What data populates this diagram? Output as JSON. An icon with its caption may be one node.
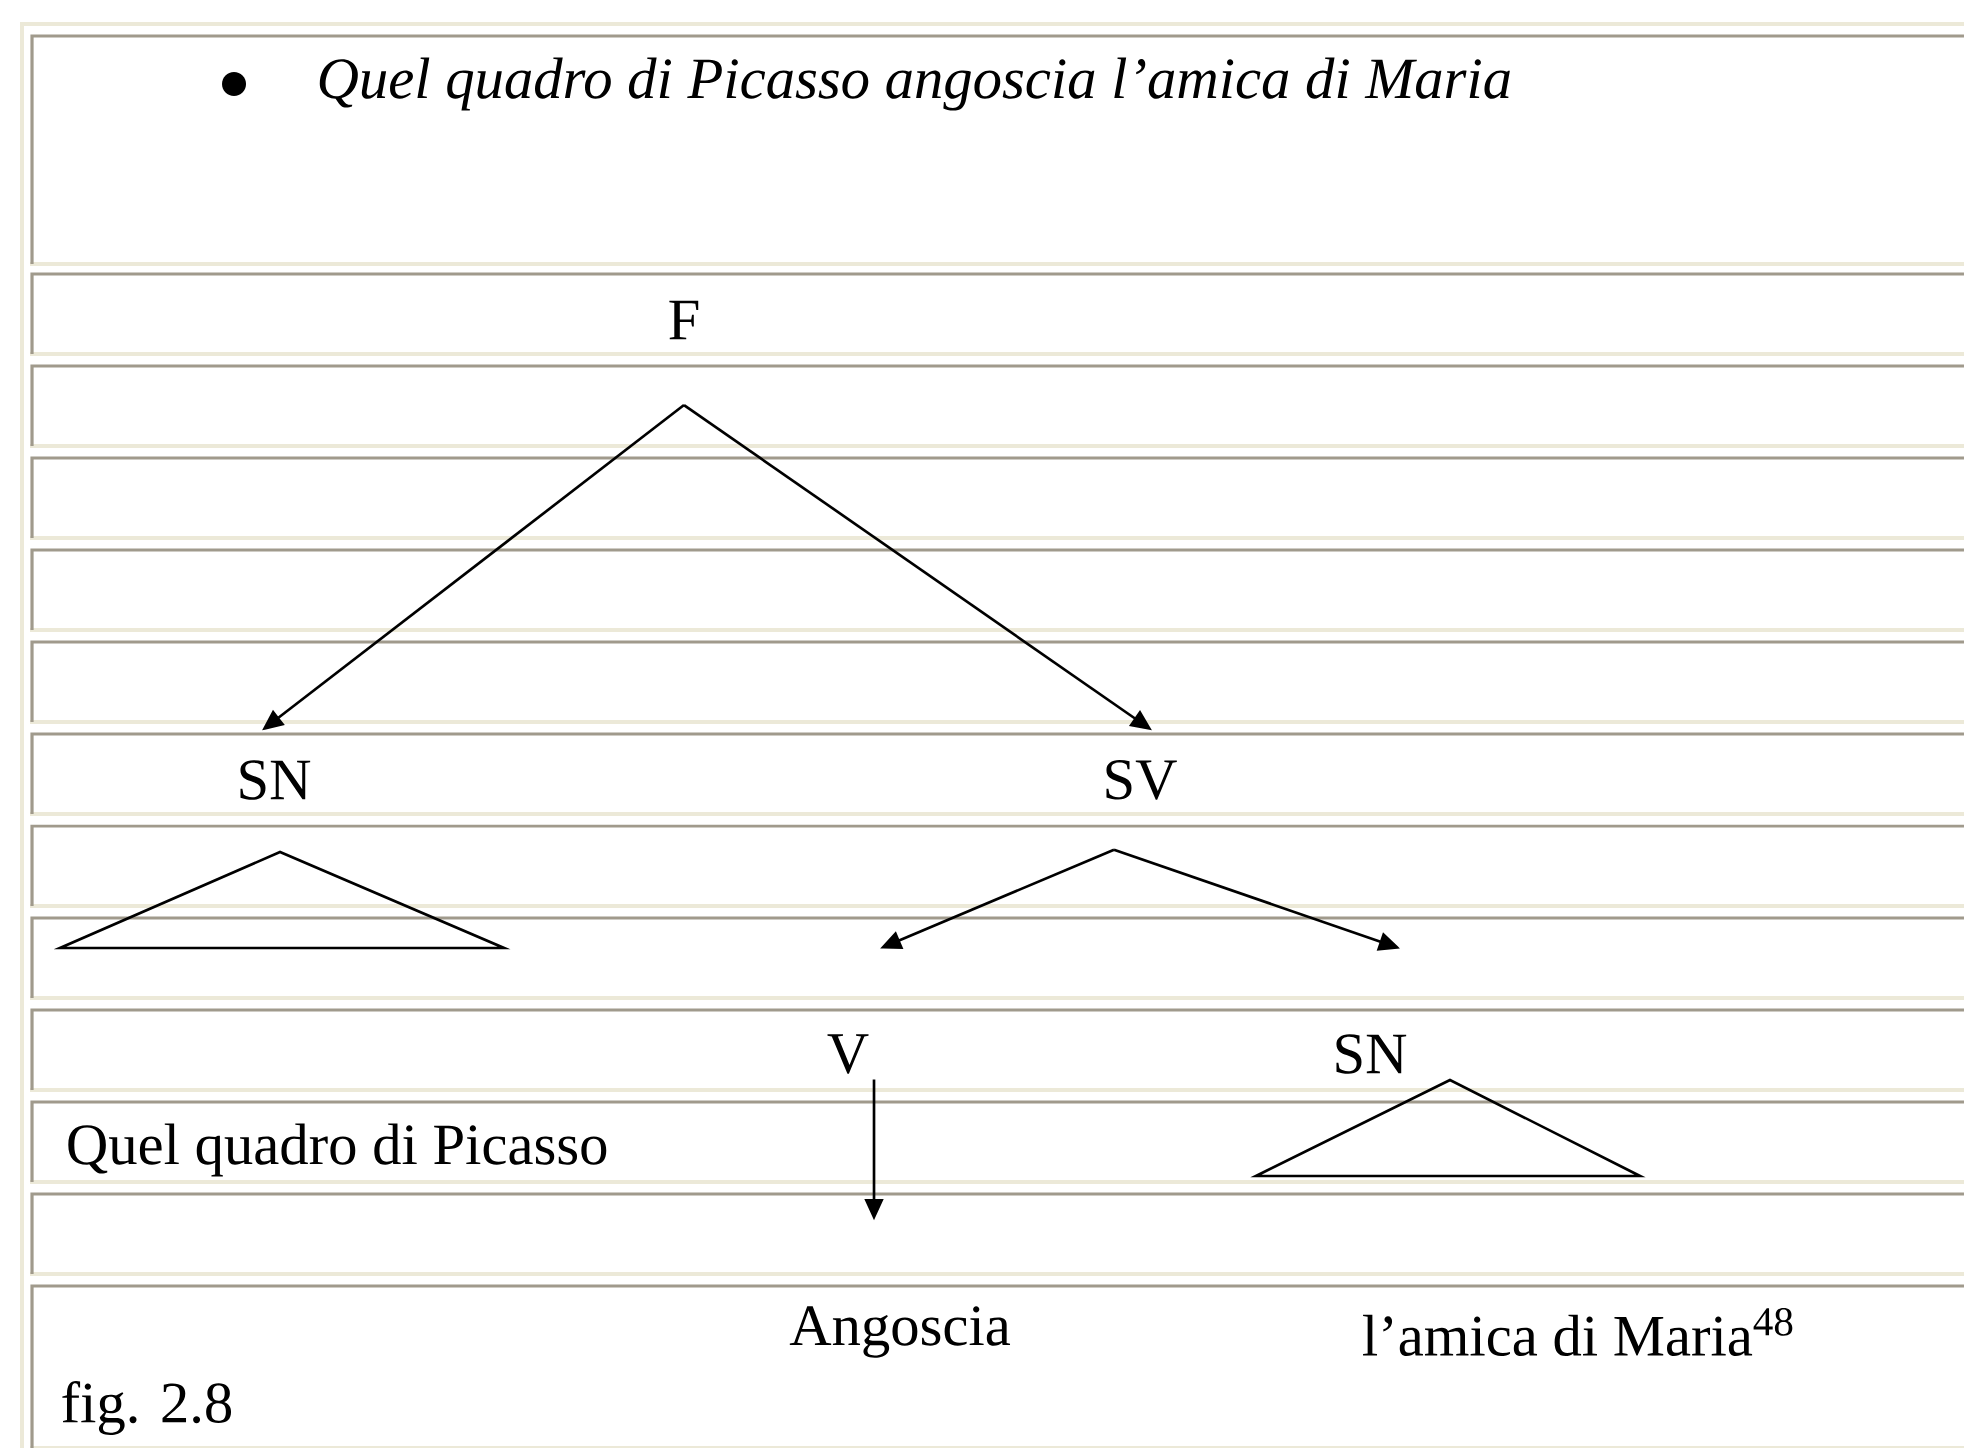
{
  "diagram": {
    "title": "Quel quadro di Picasso angoscia l’amica di Maria",
    "caption": "fig. 2.8",
    "nodes": [
      {
        "text": [
          "F"
        ]
      },
      {
        "text": [
          "SN"
        ]
      },
      {
        "text": [
          "SV"
        ]
      },
      {
        "text": [
          "V"
        ]
      },
      {
        "text": [
          "SN"
        ]
      },
      {
        "text": [
          "Quel quadro di Picasso"
        ]
      },
      {
        "text": [
          "Angoscia"
        ]
      },
      {
        "text": [
          "l’amica di Maria$^{48}$"
        ]
      }
    ],
    "edges": [
      {
        "from": 0,
        "to": 1,
        "arrow": "to"
      },
      {
        "from": 0,
        "to": 2,
        "arrow": "to"
      },
      {
        "from": 2,
        "to": 3,
        "arrow": "to"
      },
      {
        "from": 2,
        "to": 4,
        "arrow": "to"
      },
      {
        "from": 3,
        "to": 6,
        "arrow": "to"
      }
    ]
  }
}
